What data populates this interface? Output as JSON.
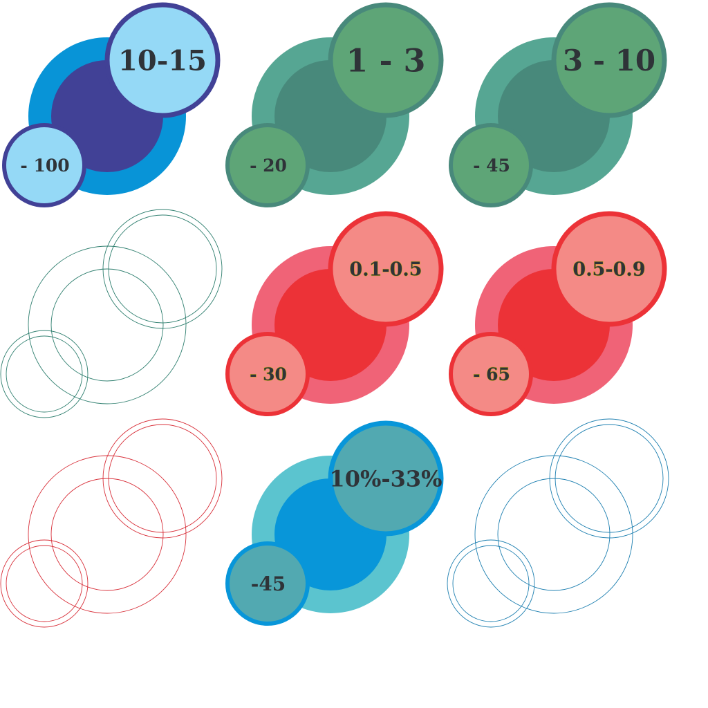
{
  "badges": [
    {
      "id": "blue-10-15",
      "big_label": "10-15",
      "small_label": "- 100",
      "style": "filled",
      "colors": {
        "outer": "#0894d7",
        "inner": "#414196",
        "bubble_fill": "#95d9f6",
        "bubble_stroke": "#414196"
      }
    },
    {
      "id": "green-1-3",
      "big_label": "1 - 3",
      "small_label": "- 20",
      "style": "filled",
      "colors": {
        "outer": "#56a693",
        "inner": "#48897b",
        "bubble_fill": "#5ea577",
        "bubble_stroke": "#48897b"
      }
    },
    {
      "id": "green-3-10",
      "big_label": "3 - 10",
      "small_label": "- 45",
      "style": "filled",
      "colors": {
        "outer": "#56a693",
        "inner": "#48897b",
        "bubble_fill": "#5ea577",
        "bubble_stroke": "#48897b"
      }
    },
    {
      "id": "outline-teal",
      "big_label": "",
      "small_label": "",
      "style": "outline",
      "colors": {
        "line": "#2f7f6f"
      }
    },
    {
      "id": "red-0.1-0.5",
      "big_label": "0.1-0.5",
      "small_label": "- 30",
      "style": "filled",
      "colors": {
        "outer": "#f06377",
        "inner": "#ec3237",
        "bubble_fill": "#f48a86",
        "bubble_stroke": "#ec3237"
      }
    },
    {
      "id": "red-0.5-0.9",
      "big_label": "0.5-0.9",
      "small_label": "- 65",
      "style": "filled",
      "colors": {
        "outer": "#f06377",
        "inner": "#ec3237",
        "bubble_fill": "#f48a86",
        "bubble_stroke": "#ec3237"
      }
    },
    {
      "id": "outline-red",
      "big_label": "",
      "small_label": "",
      "style": "outline",
      "colors": {
        "line": "#d8303a"
      }
    },
    {
      "id": "cyan-10-33",
      "big_label": "10%-33%",
      "small_label": "-45",
      "style": "filled",
      "colors": {
        "outer": "#5bc4cf",
        "inner": "#0896d9",
        "bubble_fill": "#52a9b1",
        "bubble_stroke": "#0896d9"
      }
    },
    {
      "id": "outline-blue",
      "big_label": "",
      "small_label": "",
      "style": "outline",
      "colors": {
        "line": "#1d7fb0"
      }
    }
  ]
}
